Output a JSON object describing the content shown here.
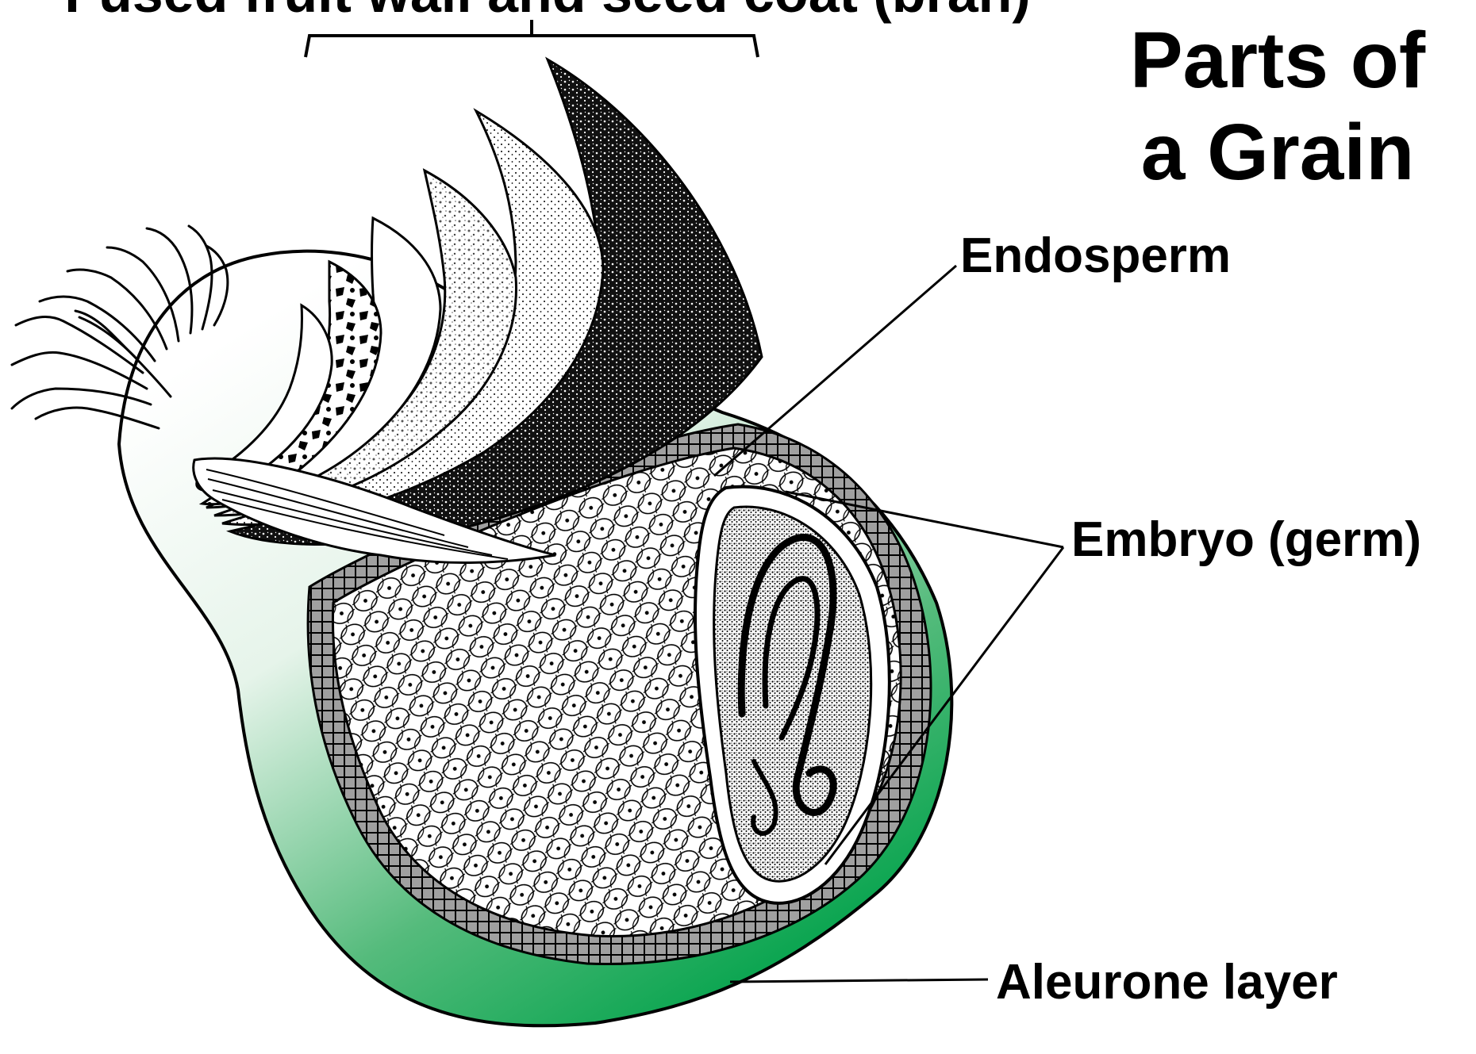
{
  "title": {
    "line1": "Parts of",
    "line2": "a Grain"
  },
  "top_label": "Fused fruit wall and seed coat (bran)",
  "labels": {
    "endosperm": "Endosperm",
    "embryo": "Embryo (germ)",
    "aleurone": "Aleurone layer"
  },
  "colors": {
    "grain_green_dark": "#00a24a",
    "grain_green_light": "#ffffff",
    "aleurone_gray": "#8a8a8a",
    "ink": "#000000"
  },
  "icons": {
    "brush_hairs": "brush-hairs-icon"
  }
}
